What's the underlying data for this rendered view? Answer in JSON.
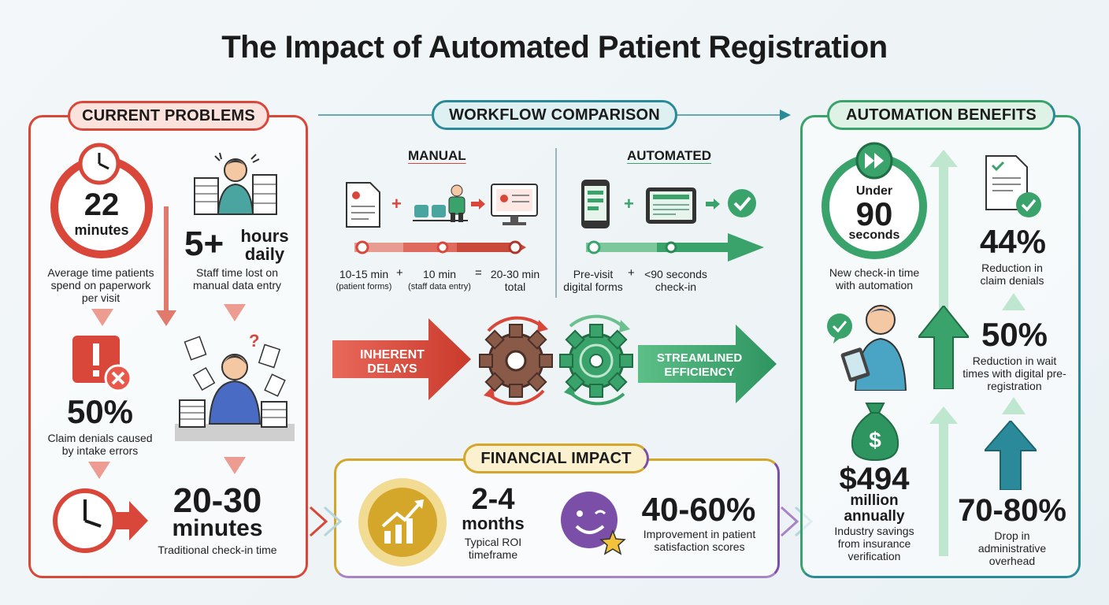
{
  "title": "The Impact of Automated Patient Registration",
  "colors": {
    "red": "#d9473a",
    "green": "#3aa36c",
    "teal": "#2a8a99",
    "gold": "#d4a62a",
    "purple": "#7b4fa8"
  },
  "problems": {
    "header": "CURRENT PROBLEMS",
    "stat1": {
      "value": "22",
      "unit": "minutes",
      "caption": "Average time patients spend on paperwork per visit"
    },
    "stat2": {
      "value": "5+",
      "unit": "hours daily",
      "caption": "Staff time lost on manual data entry"
    },
    "stat3": {
      "value": "50%",
      "caption": "Claim denials caused by intake errors"
    },
    "stat4": {
      "value": "20-30",
      "unit": "minutes",
      "caption": "Traditional check-in time"
    }
  },
  "workflow": {
    "header": "WORKFLOW COMPARISON",
    "manual": {
      "label": "MANUAL",
      "step1": "10-15 min",
      "step1_sub": "(patient forms)",
      "step2": "10 min",
      "step2_sub": "(staff data entry)",
      "total": "20-30 min",
      "total_sub": "total"
    },
    "automated": {
      "label": "AUTOMATED",
      "step1": "Pre-visit",
      "step1_sub": "digital forms",
      "step2": "<90 seconds",
      "step2_sub": "check-in"
    },
    "plus": "+",
    "equals": "=",
    "left_arrow": "INHERENT DELAYS",
    "right_arrow": "STREAMLINED EFFICIENCY"
  },
  "financial": {
    "header": "FINANCIAL IMPACT",
    "roi": {
      "value": "2-4",
      "unit": "months",
      "caption": "Typical ROI timeframe"
    },
    "satisfaction": {
      "value": "40-60%",
      "caption": "Improvement in patient satisfaction scores"
    }
  },
  "benefits": {
    "header": "AUTOMATION BENEFITS",
    "checkin": {
      "pre": "Under",
      "value": "90",
      "unit": "seconds",
      "caption": "New check-in time with automation"
    },
    "denials": {
      "value": "44%",
      "caption": "Reduction in claim denials"
    },
    "wait": {
      "value": "50%",
      "caption": "Reduction in wait times with digital pre-registration"
    },
    "savings": {
      "value": "$494",
      "unit": "million annually",
      "caption": "Industry savings from insurance verification"
    },
    "overhead": {
      "value": "70-80%",
      "caption": "Drop in administrative overhead"
    }
  }
}
